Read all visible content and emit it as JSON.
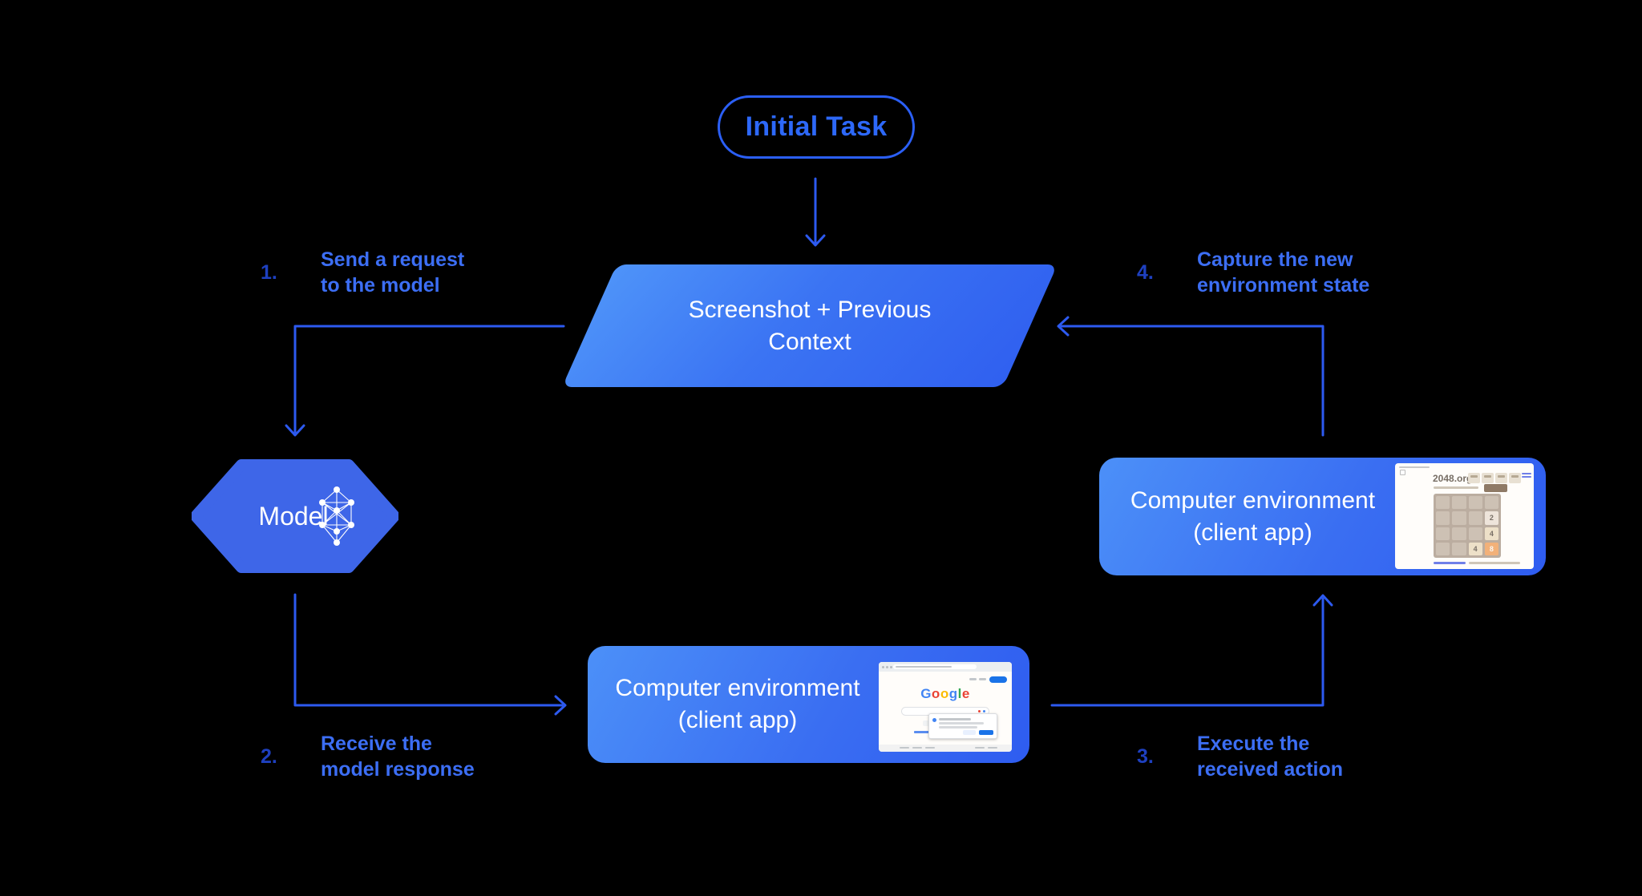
{
  "colors": {
    "background": "#000000",
    "accent_blue": "#2d68f8",
    "connector_blue": "#2d5af0",
    "step_text_blue": "#3c6ef4",
    "step_number_blue": "#1e40c0",
    "node_gradient_light": "#4c90f8",
    "node_gradient_dark": "#2e5cf0",
    "hexagon_fill": "#3e66e8"
  },
  "nodes": {
    "initial_task": {
      "label": "Initial Task"
    },
    "screenshot_context": {
      "line1": "Screenshot + Previous",
      "line2": "Context"
    },
    "model": {
      "label": "Model"
    },
    "env_bottom": {
      "line1": "Computer environment",
      "line2": "(client app)"
    },
    "env_right": {
      "line1": "Computer environment",
      "line2": "(client app)"
    }
  },
  "steps": [
    {
      "number": "1.",
      "line1": "Send a request",
      "line2": "to the model"
    },
    {
      "number": "2.",
      "line1": "Receive the",
      "line2": "model response"
    },
    {
      "number": "3.",
      "line1": "Execute the",
      "line2": "received action"
    },
    {
      "number": "4.",
      "line1": "Capture the new",
      "line2": "environment state"
    }
  ],
  "mini_screens": {
    "game2048": {
      "site_title": "2048.org",
      "tiles": [
        [
          "",
          "",
          "",
          ""
        ],
        [
          "",
          "",
          "",
          "2"
        ],
        [
          "",
          "",
          "",
          "4"
        ],
        [
          "",
          "",
          "4",
          "8"
        ]
      ],
      "tile_colors": {
        "board": "#bbada0",
        "empty": "#cdc1b4",
        "t2": "#eee4da",
        "t4": "#ede0c8",
        "t8": "#f2b179"
      }
    },
    "google": {
      "logo_letters": [
        {
          "ch": "G",
          "color": "#4285F4"
        },
        {
          "ch": "o",
          "color": "#EA4335"
        },
        {
          "ch": "o",
          "color": "#FBBC05"
        },
        {
          "ch": "g",
          "color": "#4285F4"
        },
        {
          "ch": "l",
          "color": "#34A853"
        },
        {
          "ch": "e",
          "color": "#EA4335"
        }
      ],
      "accent": "#1a73e8"
    }
  }
}
